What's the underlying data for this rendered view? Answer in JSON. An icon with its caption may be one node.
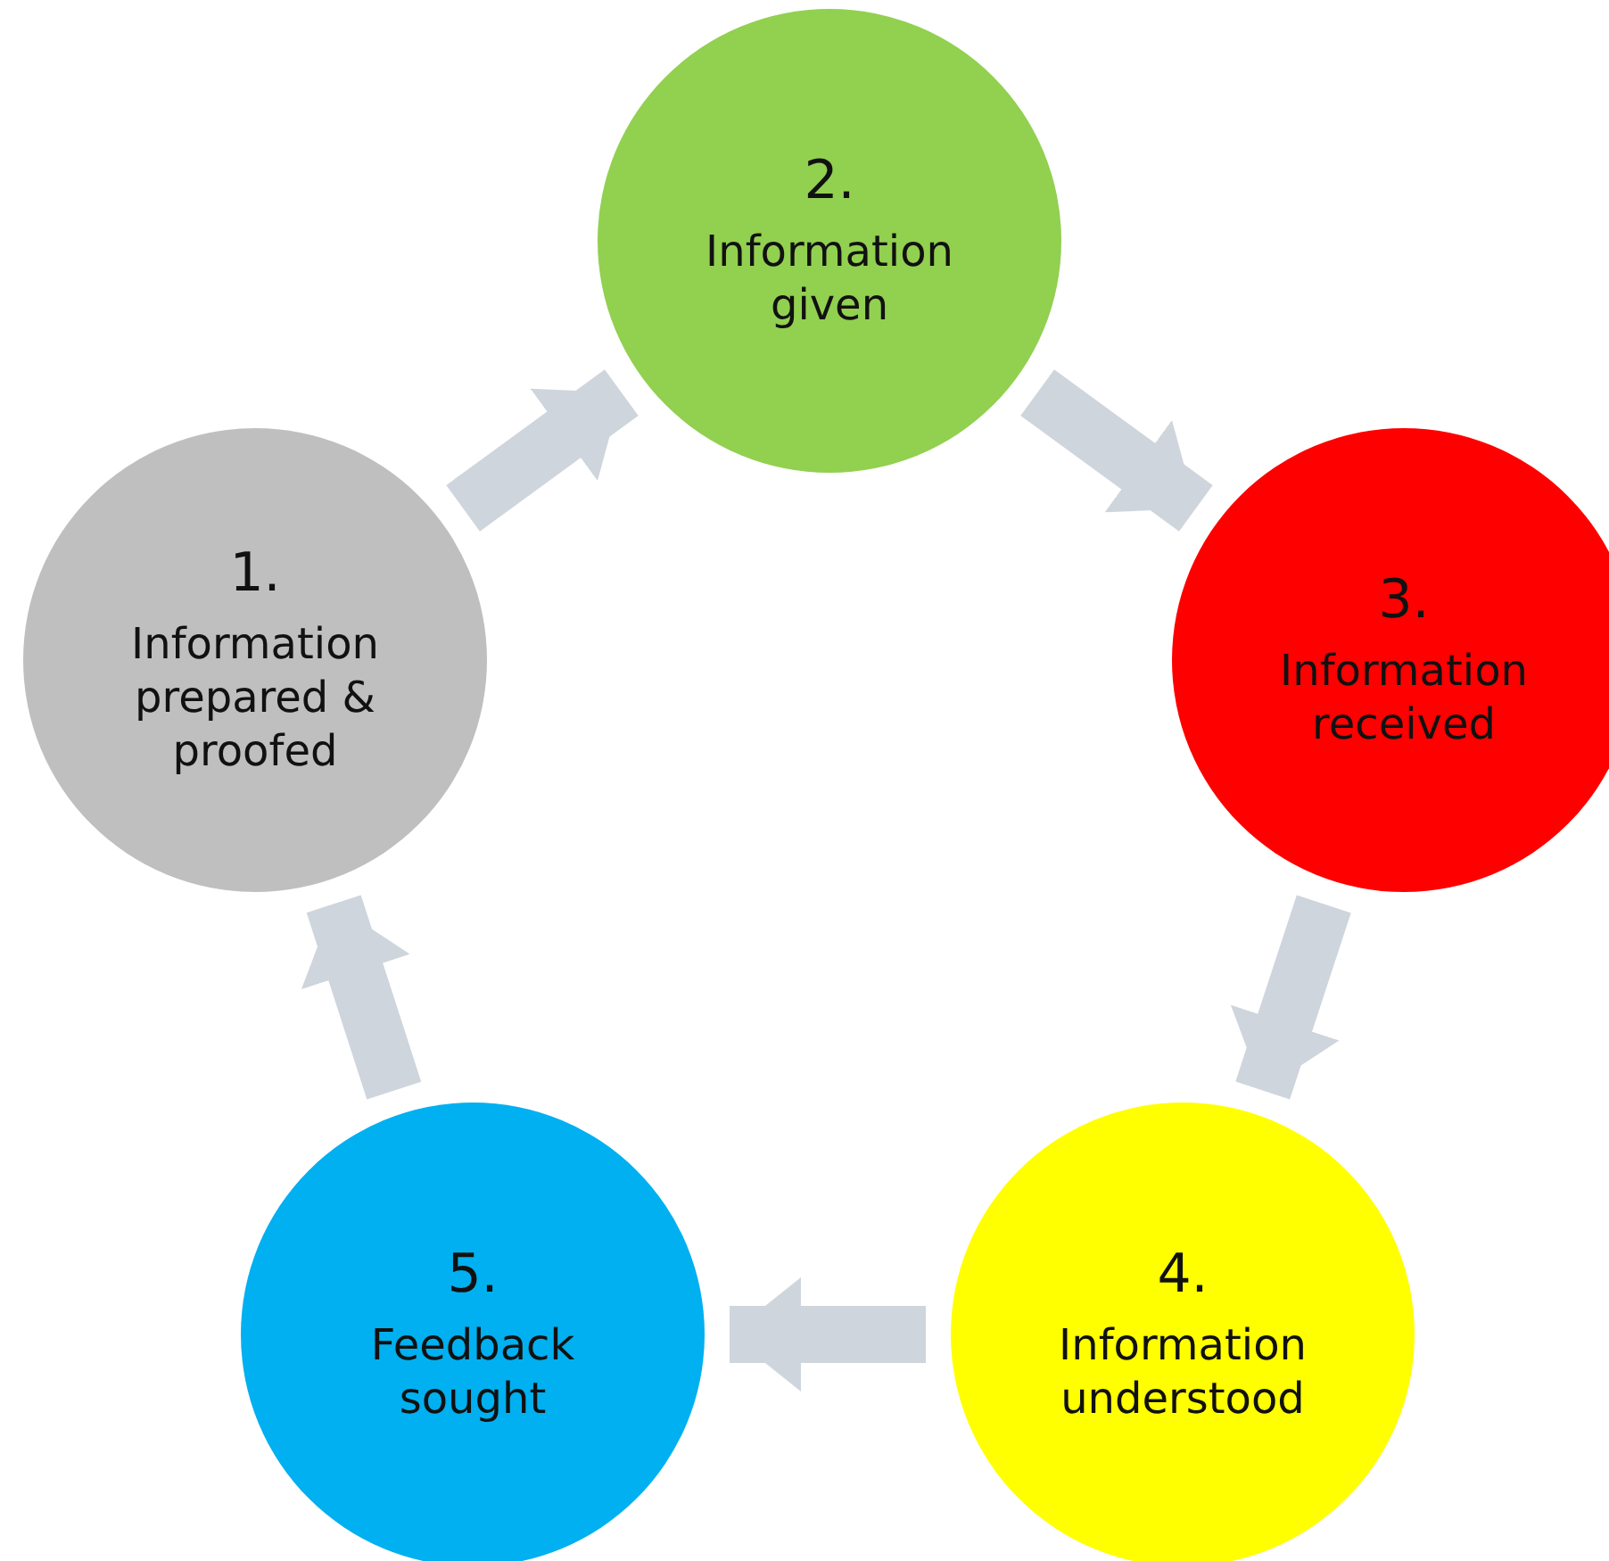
{
  "diagram": {
    "nodes": [
      {
        "text": [
          "1.",
          "Information prepared & proofed"
        ]
      },
      {
        "text": [
          "2.",
          "Information given"
        ]
      },
      {
        "text": [
          "3.",
          "Information received"
        ]
      },
      {
        "text": [
          "4.",
          "Information understood"
        ]
      },
      {
        "text": [
          "5.",
          "Feedback sought"
        ]
      }
    ],
    "edges": [
      {
        "from": 0,
        "to": 1,
        "arrow": "to"
      },
      {
        "from": 1,
        "to": 2,
        "arrow": "to"
      },
      {
        "from": 2,
        "to": 3,
        "arrow": "to"
      },
      {
        "from": 3,
        "to": 4,
        "arrow": "to"
      },
      {
        "from": 4,
        "to": 0,
        "arrow": "to"
      }
    ]
  }
}
